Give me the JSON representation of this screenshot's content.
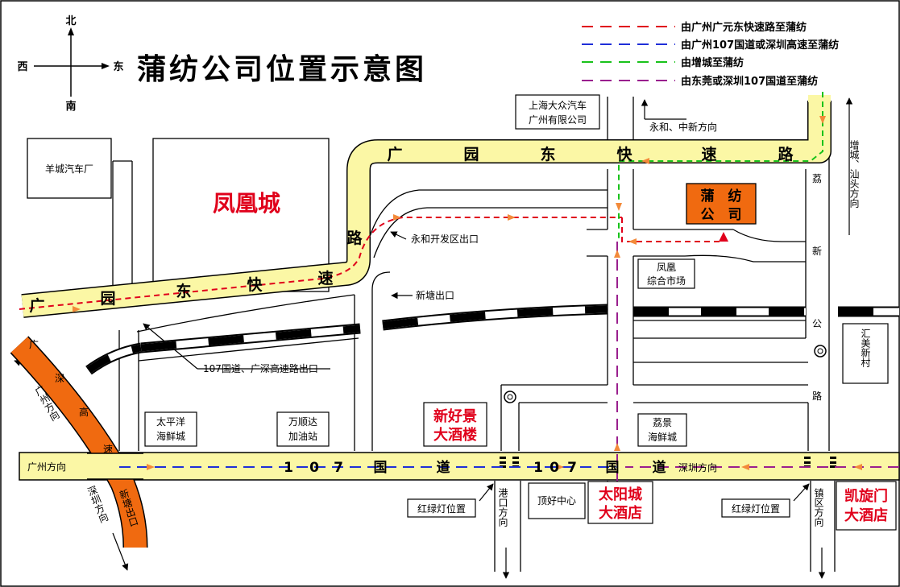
{
  "title": "蒲纺公司位置示意图",
  "compass": {
    "north": "北",
    "south": "南",
    "west": "西",
    "east": "东"
  },
  "legend": [
    {
      "label": "由广州广元东快速路至蒲纺",
      "color": "#e0001b"
    },
    {
      "label": "由广州107国道或深圳高速至蒲纺",
      "color": "#1f2fd8"
    },
    {
      "label": "由增城至蒲纺",
      "color": "#19c21b"
    },
    {
      "label": "由东莞或深圳107国道至蒲纺",
      "color": "#9a1f8e"
    }
  ],
  "colors": {
    "road": "#fbf7a5",
    "highway": "#f06a10",
    "company": "#f06a10"
  },
  "roads": {
    "guangyuan_top": [
      "广",
      "园",
      "东",
      "快",
      "速",
      "路"
    ],
    "guangyuan_left": [
      "广",
      "园",
      "东",
      "快",
      "速",
      "路"
    ],
    "g107_a": [
      "1",
      "0",
      "7",
      "国",
      "道"
    ],
    "g107_b": [
      "1",
      "0",
      "7",
      "国",
      "道"
    ],
    "g107_left": "广州方向",
    "g107_right": "深圳方向",
    "lixin": [
      "荔",
      "新",
      "公",
      "路"
    ],
    "guangshen": [
      "广",
      "深",
      "高",
      "速"
    ]
  },
  "labels": {
    "yangcheng": "羊城汽车厂",
    "fenghuangcheng": "凤凰城",
    "shanghai_vw": [
      "上海大众汽车",
      "广州有限公司"
    ],
    "yonghe_zhongxin": "永和、中新方向",
    "company": [
      "蒲　纺",
      "公　司"
    ],
    "yonghe_exit": "永和开发区出口",
    "fenghuang_market": [
      "凤凰",
      "综合市场"
    ],
    "xintang_exit": "新塘出口",
    "exit107": "107国道、广深高速路出口",
    "zengcheng_dir": "增城、汕头方向",
    "huimei": "汇美新村",
    "guangzhou_dir": "广州方向",
    "shenzhen_dir": "深圳方向",
    "xintang_exit2": "新塘出口",
    "taipingyang": [
      "太平洋",
      "海鲜城"
    ],
    "wanshunda": [
      "万顺达",
      "加油站"
    ],
    "xinhaojing": [
      "新好景",
      "大酒楼"
    ],
    "lijing": [
      "荔景",
      "海鲜城"
    ],
    "traffic1": "红绿灯位置",
    "traffic2": "红绿灯位置",
    "gangkou": "港口方向",
    "dinghao": "顶好中心",
    "taiyangcheng": [
      "太阳城",
      "大酒店"
    ],
    "zhenqu": "镇区方向",
    "kaixuanmen": [
      "凯旋门",
      "大酒店"
    ]
  }
}
